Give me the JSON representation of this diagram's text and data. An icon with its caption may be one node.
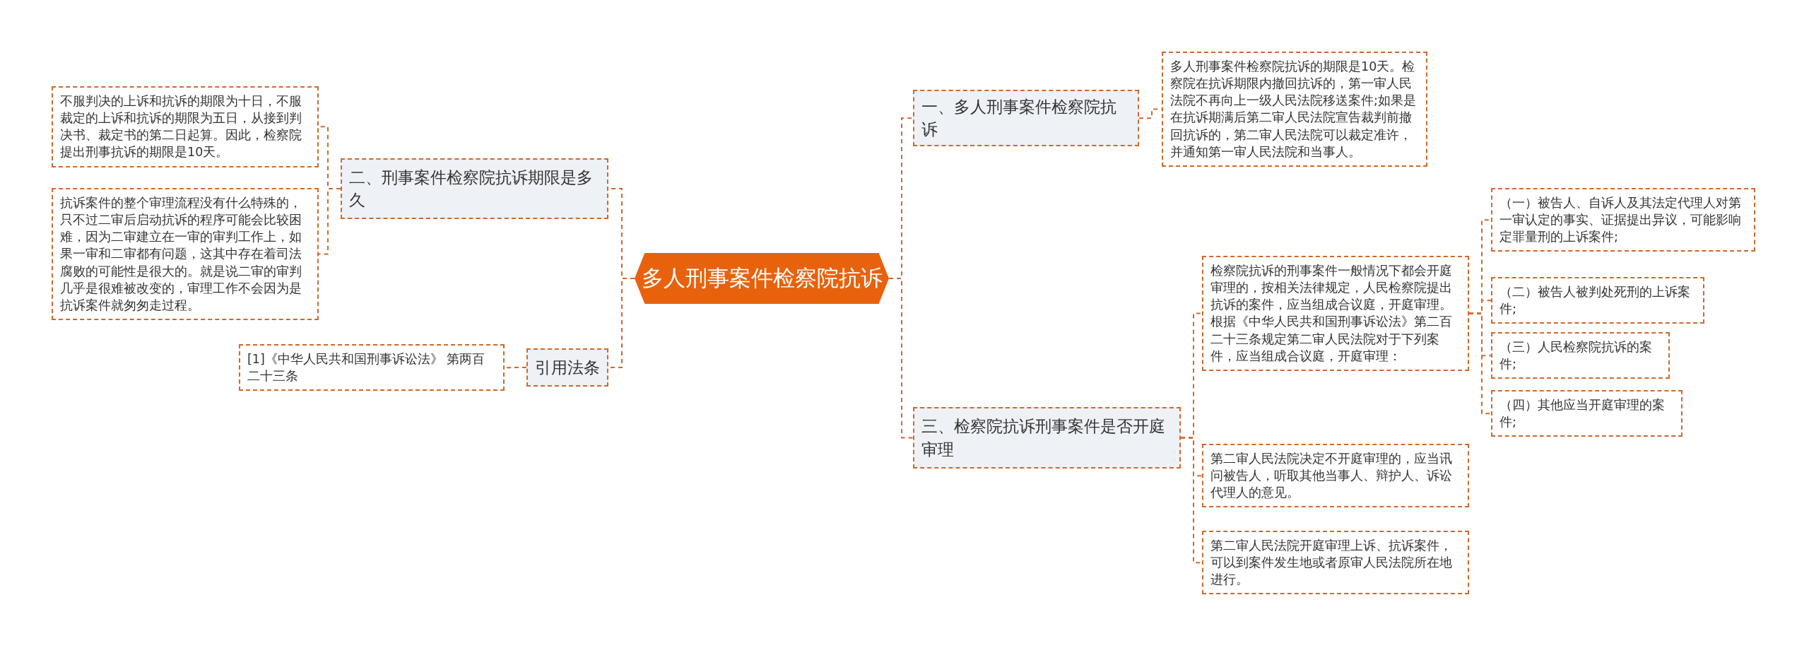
{
  "diagram": {
    "nodes": [
      {
        "text": [
          "多人刑事案件检察院抗诉"
        ]
      },
      {
        "text": [
          "一、多人刑事案件检察院抗诉"
        ]
      },
      {
        "text": [
          "多人刑事案件检察院抗诉的期限是10天。检察院在抗诉期限内撤回抗诉的，第一审人民法院不再向上一级人民法院移送案件;如果是在抗诉期满后第二审人民法院宣告裁判前撤回抗诉的，第二审人民法院可以裁定准许，并通知第一审人民法院和当事人。"
        ]
      },
      {
        "text": [
          "二、刑事案件检察院抗诉期限是多久"
        ]
      },
      {
        "text": [
          "不服判决的上诉和抗诉的期限为十日，不服裁定的上诉和抗诉的期限为五日，从接到判决书、裁定书的第二日起算。因此，检察院提出刑事抗诉的期限是10天。"
        ]
      },
      {
        "text": [
          "抗诉案件的整个审理流程没有什么特殊的，只不过二审后启动抗诉的程序可能会比较困难，因为二审建立在一审的审判工作上，如果一审和二审都有问题，这其中存在着司法腐败的可能性是很大的。就是说二审的审判几乎是很难被改变的，审理工作不会因为是抗诉案件就匆匆走过程。"
        ]
      },
      {
        "text": [
          "引用法条"
        ]
      },
      {
        "text": [
          "[1]《中华人民共和国刑事诉讼法》 第两百二十三条"
        ]
      },
      {
        "text": [
          "三、检察院抗诉刑事案件是否开庭审理"
        ]
      },
      {
        "text": [
          "检察院抗诉的刑事案件一般情况下都会开庭审理的，按相关法律规定，人民检察院提出抗诉的案件，应当组成合议庭，开庭审理。根据《中华人民共和国刑事诉讼法》第二百二十三条规定第二审人民法院对于下列案件，应当组成合议庭，开庭审理："
        ]
      },
      {
        "text": [
          "（一）被告人、自诉人及其法定代理人对第一审认定的事实、证据提出异议，可能影响定罪量刑的上诉案件;"
        ]
      },
      {
        "text": [
          "（二）被告人被判处死刑的上诉案件;"
        ]
      },
      {
        "text": [
          "（三）人民检察院抗诉的案件;"
        ]
      },
      {
        "text": [
          "（四）其他应当开庭审理的案件;"
        ]
      },
      {
        "text": [
          "第二审人民法院决定不开庭审理的，应当讯问被告人，听取其他当事人、辩护人、诉讼代理人的意见。"
        ]
      },
      {
        "text": [
          "第二审人民法院开庭审理上诉、抗诉案件，可以到案件发生地或者原审人民法院所在地进行。"
        ]
      }
    ],
    "edges": [
      {
        "from": 0,
        "to": 1,
        "arrow": "none"
      },
      {
        "from": 1,
        "to": 2,
        "arrow": "none"
      },
      {
        "from": 0,
        "to": 3,
        "arrow": "none"
      },
      {
        "from": 3,
        "to": 4,
        "arrow": "none"
      },
      {
        "from": 3,
        "to": 5,
        "arrow": "none"
      },
      {
        "from": 0,
        "to": 6,
        "arrow": "none"
      },
      {
        "from": 6,
        "to": 7,
        "arrow": "none"
      },
      {
        "from": 0,
        "to": 8,
        "arrow": "none"
      },
      {
        "from": 8,
        "to": 9,
        "arrow": "none"
      },
      {
        "from": 9,
        "to": 10,
        "arrow": "none"
      },
      {
        "from": 9,
        "to": 11,
        "arrow": "none"
      },
      {
        "from": 9,
        "to": 12,
        "arrow": "none"
      },
      {
        "from": 9,
        "to": 13,
        "arrow": "none"
      },
      {
        "from": 8,
        "to": 14,
        "arrow": "none"
      },
      {
        "from": 8,
        "to": 15,
        "arrow": "none"
      }
    ]
  }
}
